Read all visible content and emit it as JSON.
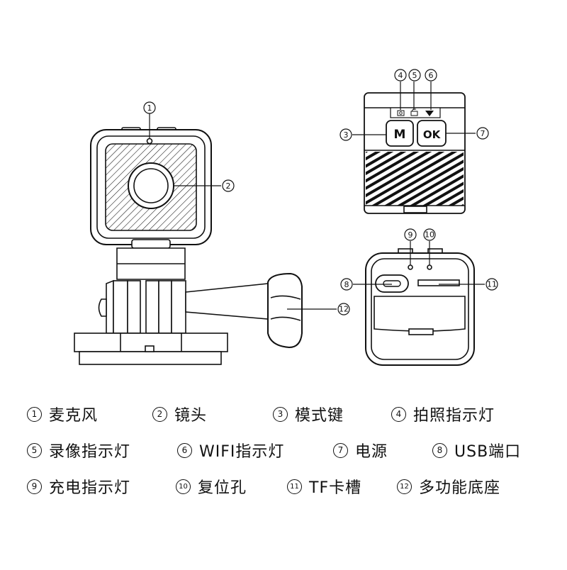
{
  "callout_numbers": [
    "1",
    "2",
    "3",
    "4",
    "5",
    "6",
    "7",
    "8",
    "9",
    "10",
    "11",
    "12"
  ],
  "button_labels": {
    "mode": "M",
    "ok": "OK"
  },
  "icons": [
    "photo-indicator-icon",
    "video-indicator-icon",
    "wifi-indicator-icon"
  ],
  "legend": [
    [
      {
        "num": "1",
        "text": "麦克风"
      },
      {
        "num": "2",
        "text": "镜头"
      },
      {
        "num": "3",
        "text": "模式键"
      },
      {
        "num": "4",
        "text": "拍照指示灯"
      }
    ],
    [
      {
        "num": "5",
        "text": "录像指示灯"
      },
      {
        "num": "6",
        "text": "WIFI指示灯"
      },
      {
        "num": "7",
        "text": "电源"
      },
      {
        "num": "8",
        "text": "USB端口"
      }
    ],
    [
      {
        "num": "9",
        "text": "充电指示灯"
      },
      {
        "num": "10",
        "text": "复位孔"
      },
      {
        "num": "11",
        "text": "TF卡槽"
      },
      {
        "num": "12",
        "text": "多功能底座"
      }
    ]
  ],
  "colors": {
    "ink": "#111111",
    "paper": "#ffffff",
    "shade": "#f2f2f2"
  }
}
